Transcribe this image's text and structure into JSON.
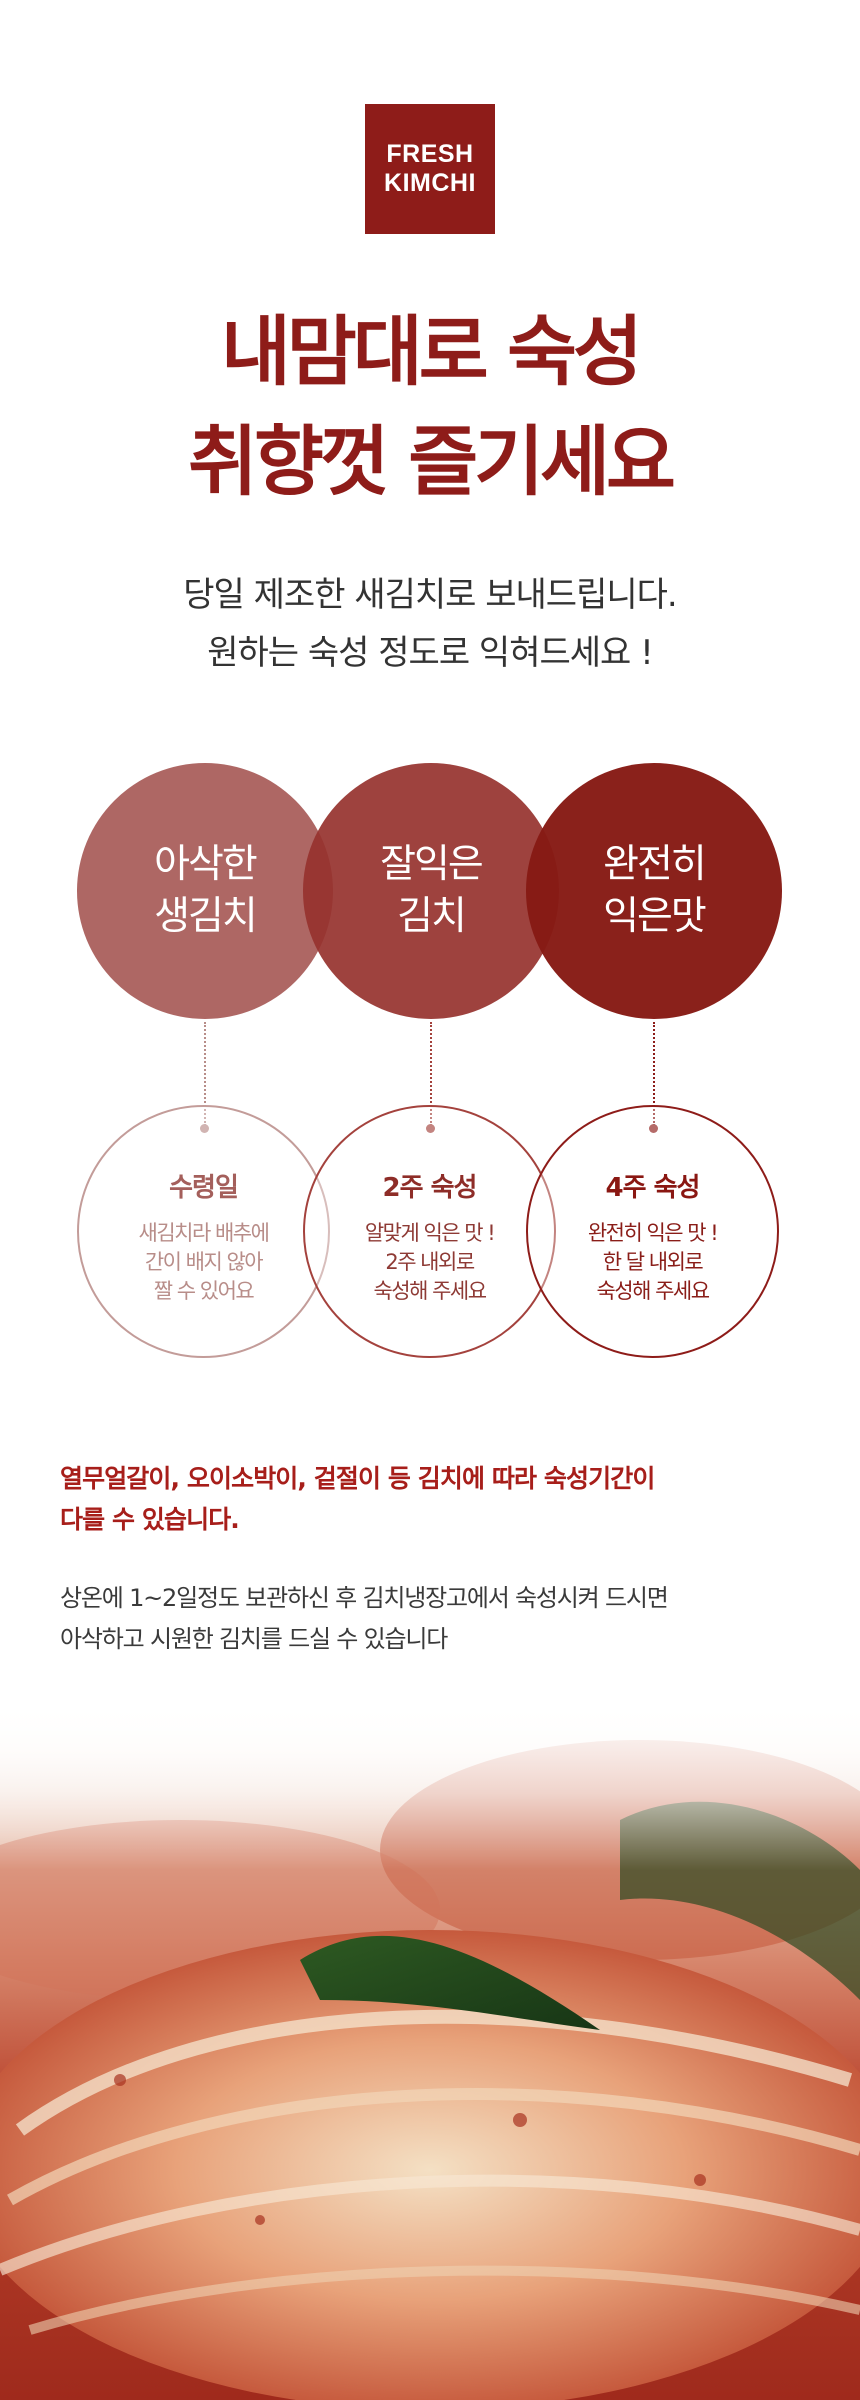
{
  "logo": {
    "line1": "FRESH",
    "line2": "KIMCHI"
  },
  "headline": {
    "line1": "내맘대로 숙성",
    "line2": "취향껏 즐기세요"
  },
  "subtitle": {
    "line1": "당일 제조한 새김치로 보내드립니다.",
    "line2": "원하는 숙성 정도로 익혀드세요 !"
  },
  "stages": [
    {
      "label1": "아삭한",
      "label2": "생김치",
      "title": "수령일",
      "text1": "새김치라 배추에",
      "text2": "간이 배지 않아",
      "text3": "짤 수 있어요"
    },
    {
      "label1": "잘익은",
      "label2": "김치",
      "title": "2주 숙성",
      "text1": "알맞게 익은 맛 !",
      "text2": "2주 내외로",
      "text3": "숙성해 주세요"
    },
    {
      "label1": "완전히",
      "label2": "익은맛",
      "title": "4주 숙성",
      "text1": "완전히 익은 맛 !",
      "text2": "한 달 내외로",
      "text3": "숙성해 주세요"
    }
  ],
  "notice": {
    "line1": "열무얼갈이, 오이소박이, 겉절이 등 김치에 따라 숙성기간이",
    "line2": "다를 수 있습니다.",
    "body1": "상온에 1~2일정도 보관하신 후 김치냉장고에서 숙성시켜 드시면",
    "body2": "아삭하고 시원한 김치를 드실 수 있습니다"
  },
  "colors": {
    "brand": "#8e1c19",
    "stage1": "#a75a57",
    "stage2": "#96322e",
    "stage3": "#861a14"
  }
}
